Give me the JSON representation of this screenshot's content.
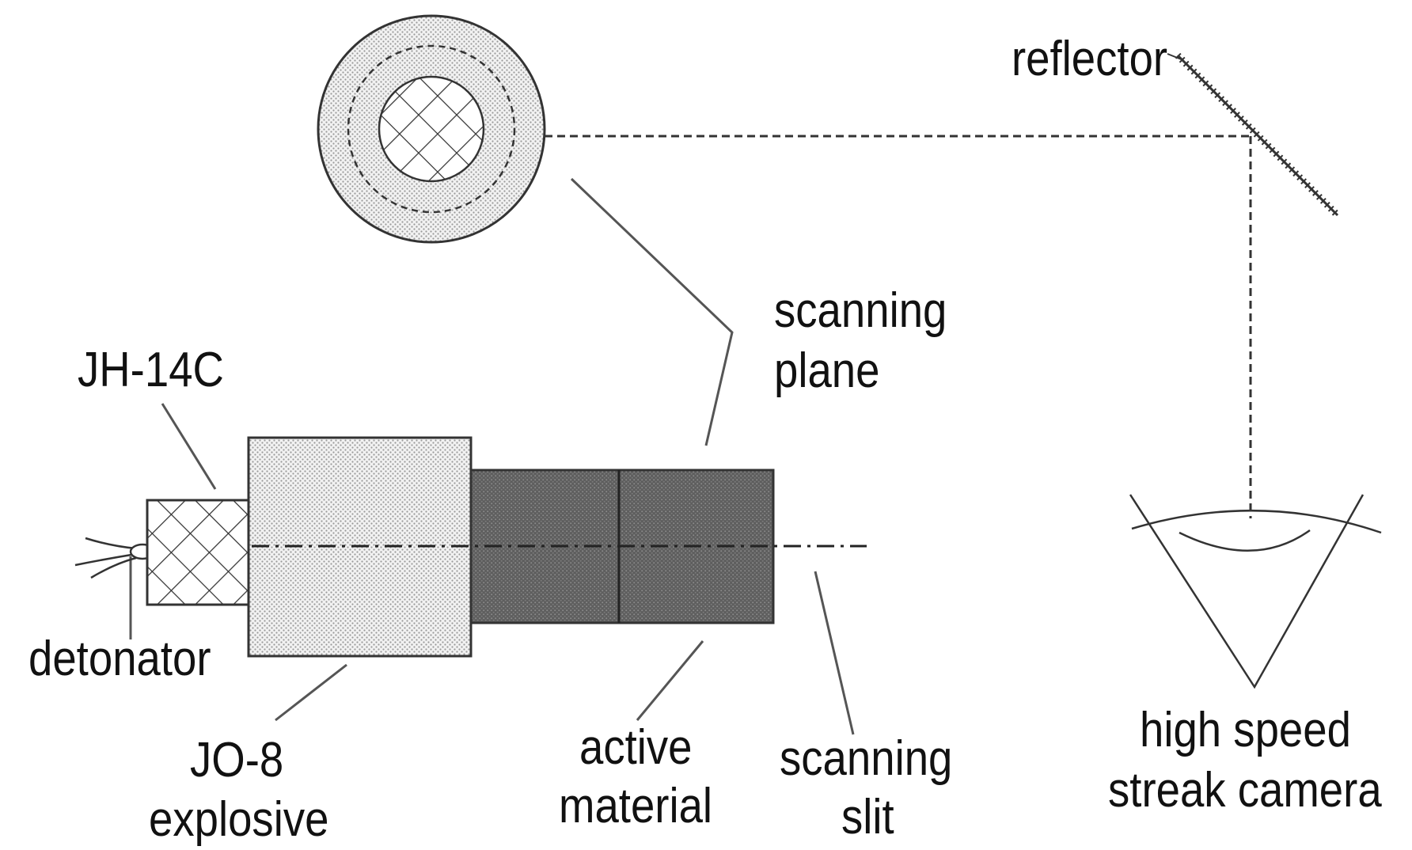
{
  "labels": {
    "reflector": "reflector",
    "scanning_plane_1": "scanning",
    "scanning_plane_2": "plane",
    "jh14c": "JH-14C",
    "detonator": "detonator",
    "jo8_1": "JO-8",
    "jo8_2": "explosive",
    "active_1": "active",
    "active_2": "material",
    "slit_1": "scanning",
    "slit_2": "slit",
    "camera_1": "high speed",
    "camera_2": "streak camera"
  },
  "colors": {
    "line": "#2a2a2a",
    "explosive_fill": "#e8e8e8",
    "active_fill": "#6a6a6a",
    "booster_fill": "#f4f4f4",
    "target_fill": "#dcdcdc"
  }
}
